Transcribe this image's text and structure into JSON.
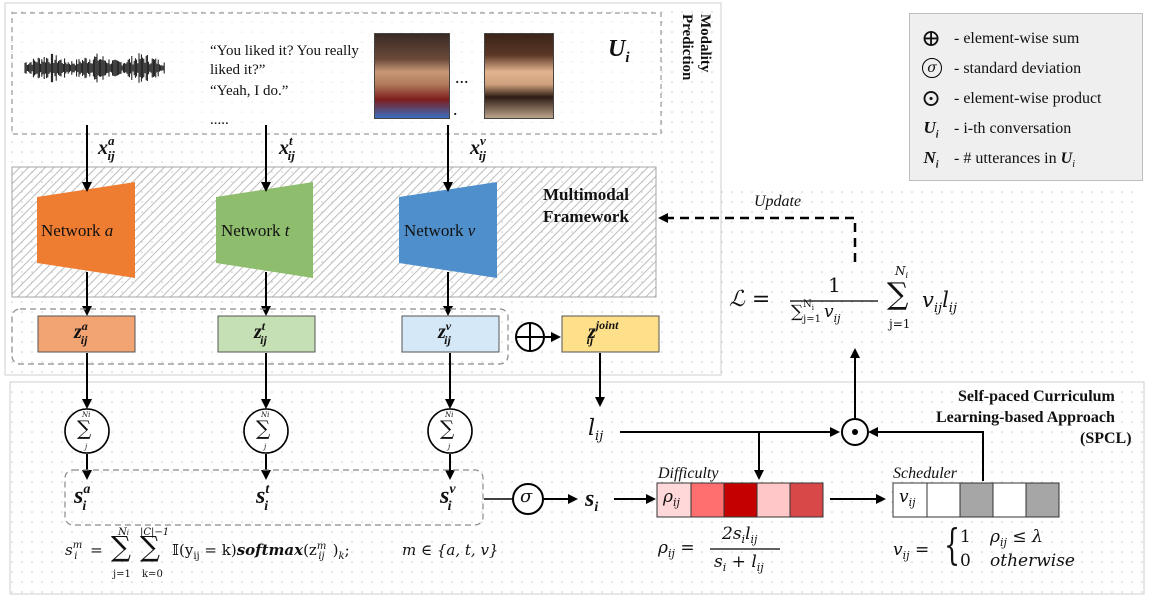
{
  "header": {
    "modality_prediction": "Modality Prediction",
    "conversation_symbol": "U",
    "conversation_sub": "i"
  },
  "inputs": {
    "dialogue_lines": [
      "“You liked it? You really liked it?”",
      "“Yeah, I do.”",
      "....."
    ],
    "ellipsis": "...",
    "dot": "."
  },
  "features": {
    "x_a": "x",
    "x_a_sup": "a",
    "x_a_sub": "ij",
    "x_t": "x",
    "x_t_sup": "t",
    "x_t_sub": "ij",
    "x_v": "x",
    "x_v_sup": "v",
    "x_v_sub": "ij"
  },
  "framework": {
    "label_line1": "Multimodal",
    "label_line2": "Framework",
    "networks": [
      {
        "label": "Network ",
        "var": "a",
        "color": "#ef7d31"
      },
      {
        "label": "Network ",
        "var": "t",
        "color": "#8fbd6e"
      },
      {
        "label": "Network ",
        "var": "v",
        "color": "#4f8fcb"
      }
    ]
  },
  "embeddings": {
    "z_a": {
      "base": "z",
      "sup": "a",
      "sub": "ij",
      "color": "#f2a472"
    },
    "z_t": {
      "base": "z",
      "sup": "t",
      "sub": "ij",
      "color": "#c5e0b4"
    },
    "z_v": {
      "base": "z",
      "sup": "v",
      "sub": "ij",
      "color": "#d4e8f8"
    },
    "z_joint": {
      "base": "z",
      "sup": "joint",
      "sub": "ij",
      "color": "#ffe08a"
    }
  },
  "loss": {
    "update_label": "Update",
    "lhs": "ℒ =",
    "numerator": "1",
    "denominator": "∑",
    "denominator_sub": "j=1",
    "denominator_sup": "N",
    "denominator_sup_sub": "i",
    "denominator_term": "v",
    "denominator_term_sub": "ij",
    "sum_symbol": "∑",
    "sum_sup": "N",
    "sum_sup_sub": "i",
    "sum_sub": "j=1",
    "sum_term": "v",
    "sum_term_sub": "ij",
    "sum_term2": "l",
    "sum_term2_sub": "ij"
  },
  "spcl": {
    "title_line1": "Self-paced Curriculum",
    "title_line2": "Learning-based Approach",
    "title_line3": "(SPCL)",
    "sum_glyph": "∑",
    "sum_top": "N",
    "sum_top_sub": "i",
    "sum_bottom": "j",
    "l_base": "l",
    "l_sub": "ij",
    "s_a": {
      "base": "s",
      "sup": "a",
      "sub": "i"
    },
    "s_t": {
      "base": "s",
      "sup": "t",
      "sub": "i"
    },
    "s_v": {
      "base": "s",
      "sup": "v",
      "sub": "i"
    },
    "sigma": "σ",
    "s_i": {
      "base": "s",
      "sub": "i"
    },
    "difficulty_label": "Difficulty",
    "rho_cell": "ρ",
    "rho_cell_sub": "ij",
    "difficulty_colors": [
      "#ff6f6f",
      "#c40000",
      "#ffc7c7",
      "#d94848"
    ],
    "scheduler_label": "Scheduler",
    "v_cell": "v",
    "v_cell_sub": "ij",
    "scheduler_colors": [
      "#ffffff",
      "#a6a6a6",
      "#ffffff",
      "#a6a6a6"
    ],
    "odot": "⊙"
  },
  "formulas": {
    "sm_lhs": "s",
    "sm_lhs_sup": "m",
    "sm_lhs_sub": "i",
    "sm_eq": "=",
    "sm_sum1": "∑",
    "sm_sum1_top": "N",
    "sm_sum1_top_sub": "i",
    "sm_sum1_bottom": "j=1",
    "sm_sum2": "∑",
    "sm_sum2_top": "|C|−1",
    "sm_sum2_bottom": "k=0",
    "sm_body": "𝕀(y",
    "sm_body_sub": "ij",
    "sm_body2": " = k)",
    "sm_softmax": "softmax",
    "sm_softmax_arg": "(z",
    "sm_softmax_arg_sup": "m",
    "sm_softmax_arg_sub": "ij",
    "sm_softmax_close": ")",
    "sm_softmax_k": "k",
    "sm_semicolon": ";",
    "sm_domain": "m ∈ {a, t, v}",
    "rho_lhs": "ρ",
    "rho_lhs_sub": "ij",
    "rho_eq": "=",
    "rho_num": "2s",
    "rho_num_sub": "i",
    "rho_num2": "l",
    "rho_num2_sub": "ij",
    "rho_den": "s",
    "rho_den_sub": "i",
    "rho_den2": " + l",
    "rho_den2_sub": "ij",
    "v_lhs": "v",
    "v_lhs_sub": "ij",
    "v_eq": "=",
    "v_case1_val": "1",
    "v_case1_cond": "ρ",
    "v_case1_cond_sub": "ij",
    "v_case1_cond2": " ≤ λ",
    "v_case2_val": "0",
    "v_case2_cond": "otherwise"
  },
  "legend": {
    "items": [
      {
        "symbol": "⊕",
        "symbol_name": "circled-plus-icon",
        "text": "- element-wise sum"
      },
      {
        "symbol": "σ",
        "symbol_name": "circled-sigma-icon",
        "text": "- standard deviation"
      },
      {
        "symbol": "⊙",
        "symbol_name": "circled-dot-icon",
        "text": "- element-wise product"
      },
      {
        "symbol": "U",
        "symbol_sub": "i",
        "symbol_name": "conversation-symbol",
        "text": "- i-th conversation"
      },
      {
        "symbol": "N",
        "symbol_sub": "i",
        "symbol_name": "utterance-count-symbol",
        "text": "- # utterances in ",
        "text_var": "U",
        "text_var_sub": "i"
      }
    ]
  }
}
